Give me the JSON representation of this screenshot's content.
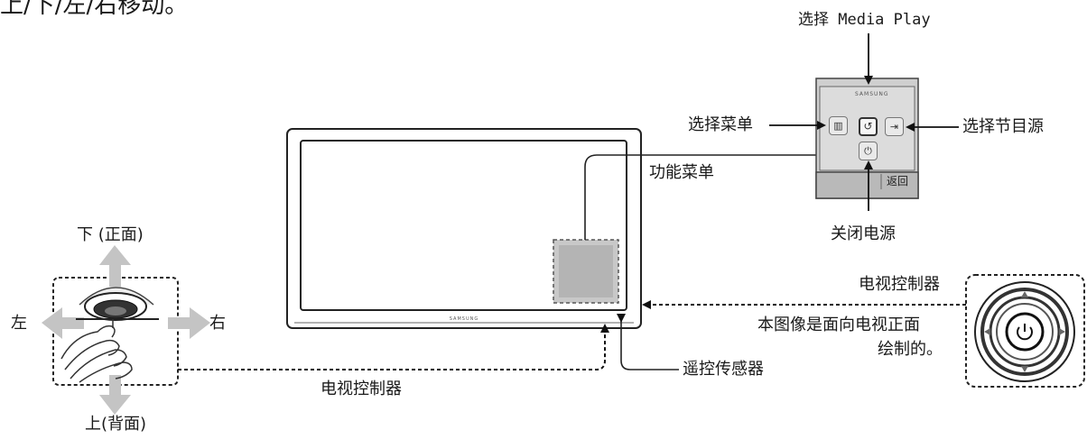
{
  "top_text": "上/下/左/右移动。",
  "labels": {
    "select_media_play": "选择 Media Play",
    "select_menu": "选择菜单",
    "select_source": "选择节目源",
    "function_menu": "功能菜单",
    "power_off": "关闭电源",
    "tv_controller_right": "电视控制器",
    "drawn_note_line1": "本图像是面向电视正面",
    "drawn_note_line2": "绘制的。",
    "remote_sensor": "遥控传感器",
    "tv_controller_bottom": "电视控制器",
    "down_front": "下 (正面)",
    "up_back": "上(背面)",
    "left": "左",
    "right": "右"
  },
  "panel": {
    "brand": "SAMSUNG",
    "return_label": "返回"
  },
  "tv": {
    "brand": "SAMSUNG"
  },
  "icons": {
    "menu": "menu-icon",
    "return": "return-icon",
    "source": "source-icon",
    "power": "power-icon"
  }
}
